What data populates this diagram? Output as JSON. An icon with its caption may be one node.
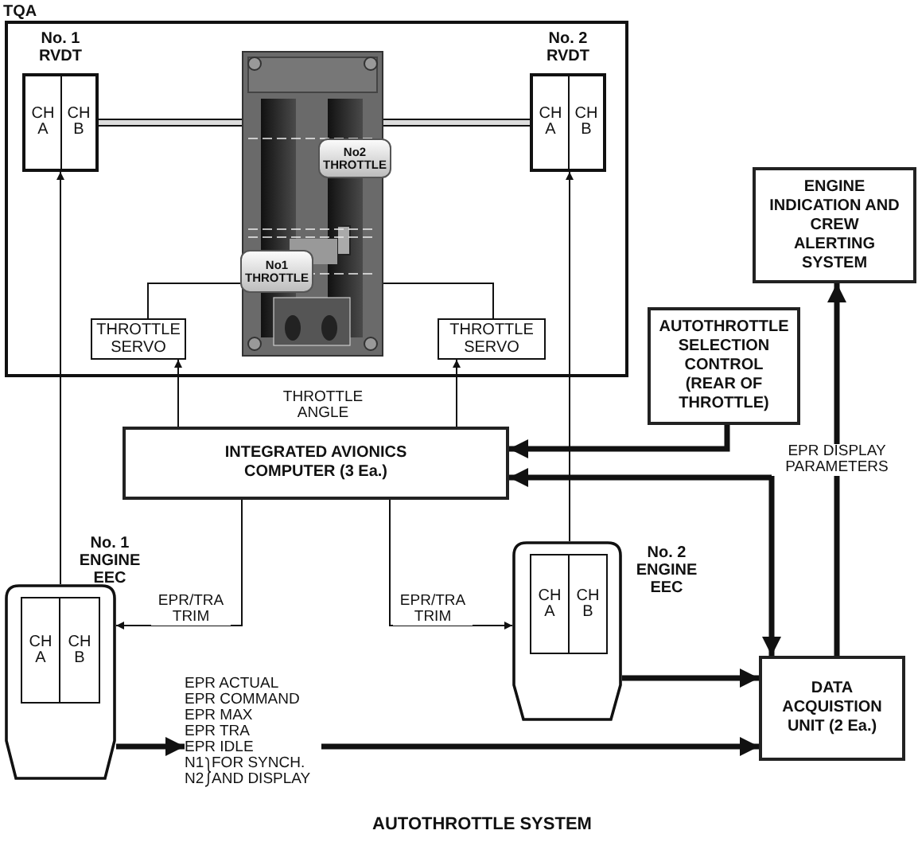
{
  "diagram": {
    "caption": "AUTOTHROTTLE SYSTEM",
    "nodes": [
      {
        "text": [
          "TQA"
        ]
      },
      {
        "text": [
          "No. 1 RVDT"
        ],
        "in": 0
      },
      {
        "text": [
          "CH A"
        ],
        "in": 1
      },
      {
        "text": [
          "CH B"
        ],
        "in": 1
      },
      {
        "text": [
          "No. 2 RVDT"
        ],
        "in": 0
      },
      {
        "text": [
          "CH A"
        ],
        "in": 4
      },
      {
        "text": [
          "CH B"
        ],
        "in": 4
      },
      {
        "text": [],
        "shape": "picture",
        "in": 0
      },
      {
        "text": [
          "No2 THROTTLE"
        ],
        "in": 7
      },
      {
        "text": [
          "No1 THROTTLE"
        ],
        "in": 7
      },
      {
        "text": [
          "THROTTLE SERVO"
        ],
        "in": 0
      },
      {
        "text": [
          "THROTTLE SERVO"
        ],
        "in": 0
      },
      {
        "text": [
          "INTEGRATED AVIONICS COMPUTER (3 Ea.)"
        ]
      },
      {
        "text": [
          "ENGINE INDICATION AND CREW ALERTING SYSTEM"
        ]
      },
      {
        "text": [
          "AUTOTHROTTLE SELECTION CONTROL (REAR OF THROTTLE)"
        ]
      },
      {
        "text": [
          "No. 1 ENGINE EEC"
        ]
      },
      {
        "text": [
          "CH A"
        ],
        "in": 15
      },
      {
        "text": [
          "CH B"
        ],
        "in": 15
      },
      {
        "text": [
          "No. 2 ENGINE EEC"
        ]
      },
      {
        "text": [
          "CH A"
        ],
        "in": 18
      },
      {
        "text": [
          "CH B"
        ],
        "in": 18
      },
      {
        "text": [
          "DATA ACQUISTION UNIT (2 Ea.)"
        ]
      },
      {
        "text": [
          "EPR ACTUAL",
          "EPR COMMAND",
          "EPR MAX",
          "EPR TRA",
          "EPR IDLE",
          "N1",
          "N2",
          "FOR SYNCH. AND DISPLAY"
        ]
      }
    ],
    "edges": [
      {
        "from": 3,
        "to": 7,
        "arrow": "none",
        "style": "thick"
      },
      {
        "from": 7,
        "to": 5,
        "arrow": "none",
        "style": "thick"
      },
      {
        "from": 10,
        "to": 9,
        "arrow": "none"
      },
      {
        "from": 11,
        "to": 7,
        "arrow": "none"
      },
      {
        "from": 12,
        "to": 10,
        "arrow": "to"
      },
      {
        "from": 12,
        "to": 11,
        "arrow": "to"
      },
      {
        "from": 15,
        "to": 1,
        "arrow": "to"
      },
      {
        "from": 18,
        "to": 4,
        "arrow": "to"
      },
      {
        "from": 12,
        "to": 15,
        "arrow": "to",
        "label": "EPR/TRA TRIM"
      },
      {
        "from": 12,
        "to": 18,
        "arrow": "to",
        "label": "EPR/TRA TRIM"
      },
      {
        "from": 14,
        "to": 12,
        "arrow": "to",
        "style": "thick"
      },
      {
        "from": 21,
        "to": 12,
        "arrow": "both",
        "style": "thick"
      },
      {
        "from": 21,
        "to": 13,
        "arrow": "to",
        "style": "thick",
        "label": "EPR DISPLAY PARAMETERS"
      },
      {
        "from": 18,
        "to": 21,
        "arrow": "to",
        "style": "thick"
      },
      {
        "from": 15,
        "to": 22,
        "arrow": "to",
        "style": "thick"
      },
      {
        "from": 22,
        "to": 21,
        "arrow": "to",
        "style": "thick"
      }
    ],
    "labels": [
      "THROTTLE ANGLE"
    ]
  }
}
